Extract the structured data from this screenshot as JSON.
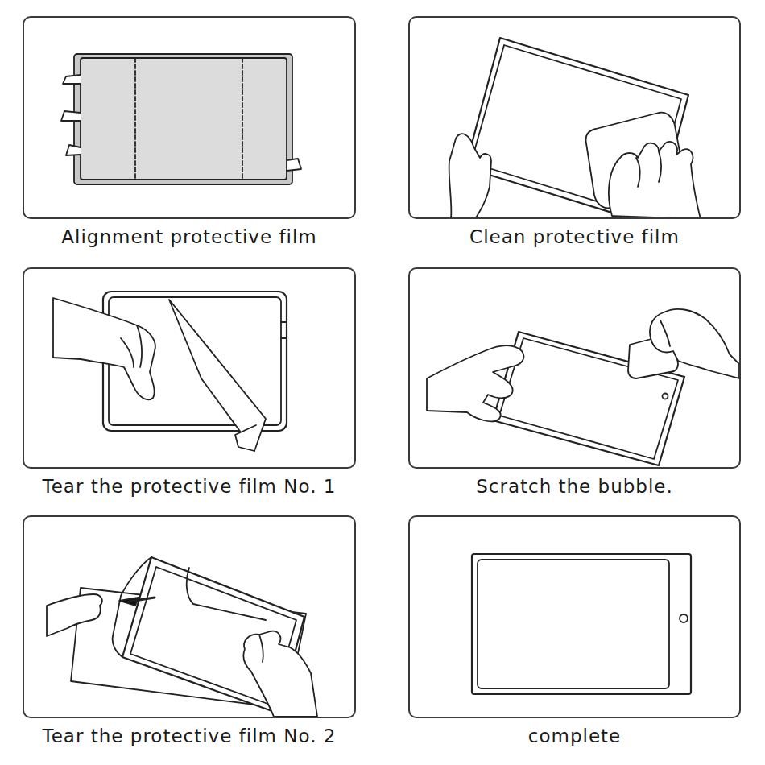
{
  "diagram": {
    "nodes": [
      {
        "text": [
          "Alignment protective film"
        ]
      },
      {
        "text": [
          "Clean protective film"
        ]
      },
      {
        "text": [
          "Tear the protective film No. 1"
        ]
      },
      {
        "text": [
          "Scratch the bubble."
        ]
      },
      {
        "text": [
          "Tear the protective film No. 2"
        ]
      },
      {
        "text": [
          "complete"
        ]
      }
    ]
  }
}
